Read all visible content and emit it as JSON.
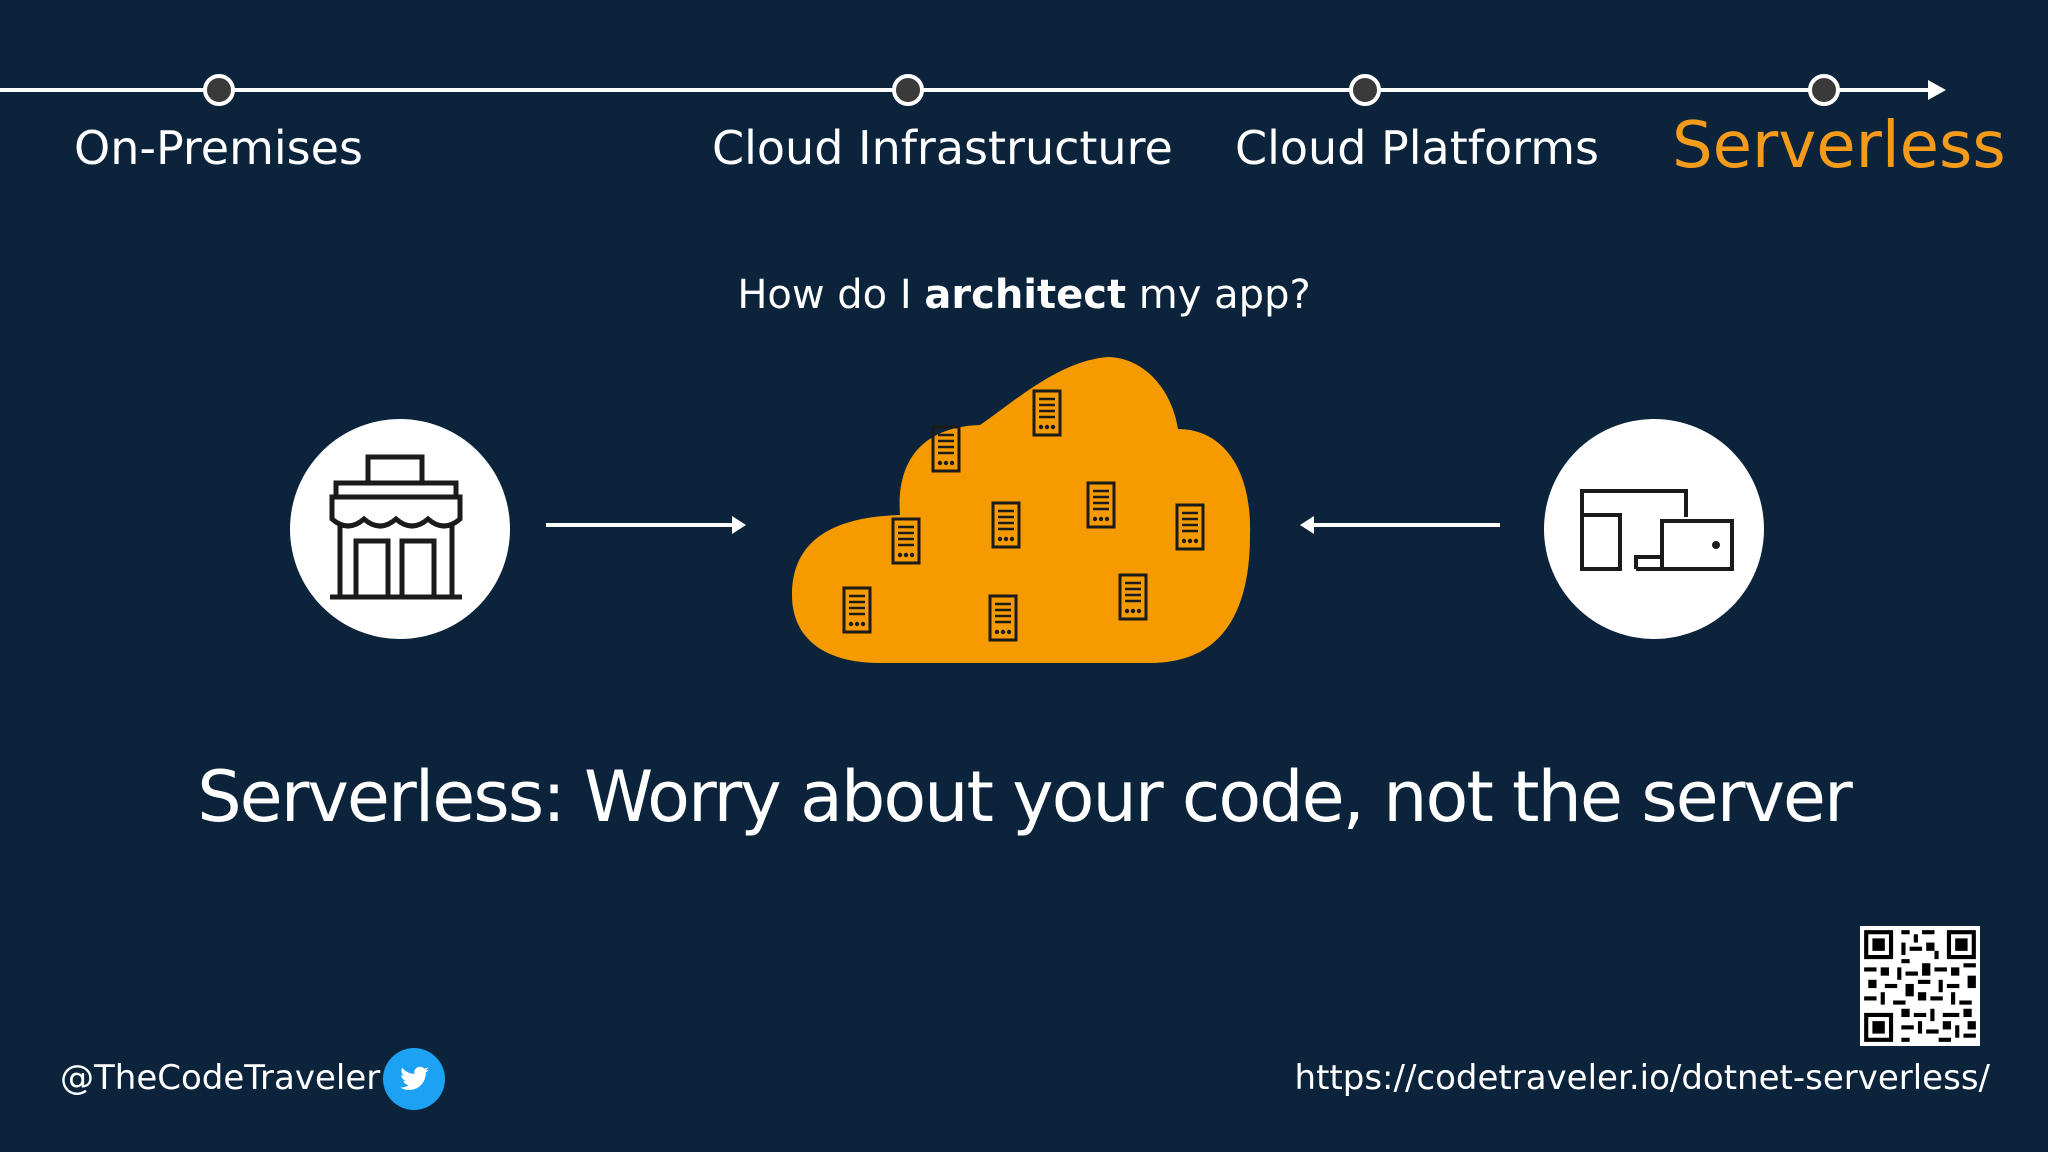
{
  "timeline": {
    "stages": [
      {
        "label": "On-Premises",
        "active": false
      },
      {
        "label": "Cloud Infrastructure",
        "active": false
      },
      {
        "label": "Cloud Platforms",
        "active": false
      },
      {
        "label": "Serverless",
        "active": true
      }
    ]
  },
  "question": {
    "prefix": "How do I ",
    "emphasis": "architect",
    "suffix": " my app?"
  },
  "tagline": "Serverless: Worry about your code, not the server",
  "footer": {
    "handle": "@TheCodeTraveler",
    "url": "https://codetraveler.io/dotnet-serverless/"
  },
  "icons": {
    "left_circle": "storefront-icon",
    "cloud": "cloud-icon",
    "server": "server-icon",
    "right_circle": "devices-icon",
    "social": "twitter-icon",
    "qr": "qr-code-icon"
  },
  "colors": {
    "background": "#0b233b",
    "accent": "#f59b1c",
    "cloud": "#f59b00",
    "twitter": "#1da1f2"
  }
}
